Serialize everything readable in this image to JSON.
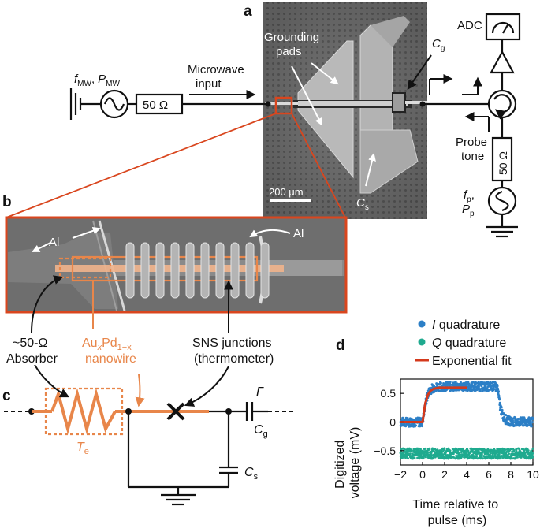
{
  "panels": {
    "a": "a",
    "b": "b",
    "c": "c",
    "d": "d"
  },
  "panel_a": {
    "f_mw": "f",
    "f_mw_sub": "MW",
    "f_mw_sep": ",",
    "p_mw": "P",
    "p_mw_sub": "MW",
    "resistor_left": "50 Ω",
    "microwave_input_line1": "Microwave",
    "microwave_input_line2": "input",
    "grounding_pads_line1": "Grounding",
    "grounding_pads_line2": "pads",
    "scale_bar": "200 μm",
    "cg": "C",
    "cg_sub": "g",
    "cs": "C",
    "cs_sub": "s",
    "adc": "ADC",
    "probe_tone_line1": "Probe",
    "probe_tone_line2": "tone",
    "resistor_right": "50 Ω",
    "fp": "f",
    "fp_sub": "p",
    "fp_sep": ",",
    "pp": "P",
    "pp_sub": "p"
  },
  "panel_b": {
    "al_left": "Al",
    "al_right": "Al"
  },
  "labels": {
    "absorber_line1": "~50-Ω",
    "absorber_line2": "Absorber",
    "nanowire_au": "Au",
    "nanowire_x": "x",
    "nanowire_pd": "Pd",
    "nanowire_1mx": "1−x",
    "nanowire_line2": "nanowire",
    "sns_line1": "SNS junctions",
    "sns_line2": "(thermometer)"
  },
  "panel_c": {
    "te": "T",
    "te_sub": "e",
    "gamma": "Γ",
    "cg": "C",
    "cg_sub": "g",
    "cs": "C",
    "cs_sub": "s"
  },
  "colors": {
    "orange": "#e8864a",
    "frame_red": "#d9461e",
    "i_quadrature": "#2c7fc6",
    "q_quadrature": "#1faa8f",
    "fit": "#d4391c"
  },
  "chart_data": {
    "type": "scatter",
    "title": "",
    "xlabel": "Time relative to pulse (ms)",
    "xlabel_line1": "Time relative to",
    "xlabel_line2": "pulse (ms)",
    "ylabel": "Digitized voltage (mV)",
    "ylabel_line1": "Digitized",
    "ylabel_line2": "voltage (mV)",
    "xlim": [
      -2,
      10
    ],
    "ylim": [
      -0.75,
      0.75
    ],
    "xticks": [
      -2,
      0,
      2,
      4,
      6,
      8,
      10
    ],
    "yticks": [
      -0.5,
      0,
      0.5
    ],
    "ytick_labels": [
      "−0.5",
      "0",
      "0.5"
    ],
    "xtick_labels": [
      "−2",
      "0",
      "2",
      "4",
      "6",
      "8",
      "10"
    ],
    "legend_position": "top",
    "grid": false,
    "series": [
      {
        "name": "I quadrature",
        "name_italic": "I",
        "name_rest": " quadrature",
        "kind": "points",
        "x": [
          -2,
          -1.5,
          -1,
          -0.5,
          0,
          0.25,
          0.5,
          0.75,
          1,
          1.5,
          2,
          3,
          4,
          5,
          6,
          6.5,
          6.8,
          7,
          7.25,
          7.5,
          8,
          9,
          10
        ],
        "y": [
          0,
          0,
          0,
          0,
          0,
          0.3,
          0.5,
          0.57,
          0.6,
          0.62,
          0.62,
          0.62,
          0.62,
          0.62,
          0.62,
          0.62,
          0.6,
          0.3,
          0.12,
          0.05,
          0.01,
          0,
          0
        ]
      },
      {
        "name": "Q quadrature",
        "name_italic": "Q",
        "name_rest": " quadrature",
        "kind": "points",
        "x": [
          -2,
          0,
          2,
          4,
          6,
          8,
          10
        ],
        "y": [
          -0.55,
          -0.55,
          -0.55,
          -0.55,
          -0.55,
          -0.55,
          -0.55
        ]
      },
      {
        "name": "Exponential fit",
        "kind": "line",
        "x": [
          -2,
          -0.05,
          0,
          0.25,
          0.5,
          0.75,
          1,
          1.5,
          2,
          3,
          4
        ],
        "y": [
          0,
          0,
          0,
          0.33,
          0.48,
          0.55,
          0.58,
          0.6,
          0.6,
          0.6,
          0.6
        ]
      }
    ]
  }
}
